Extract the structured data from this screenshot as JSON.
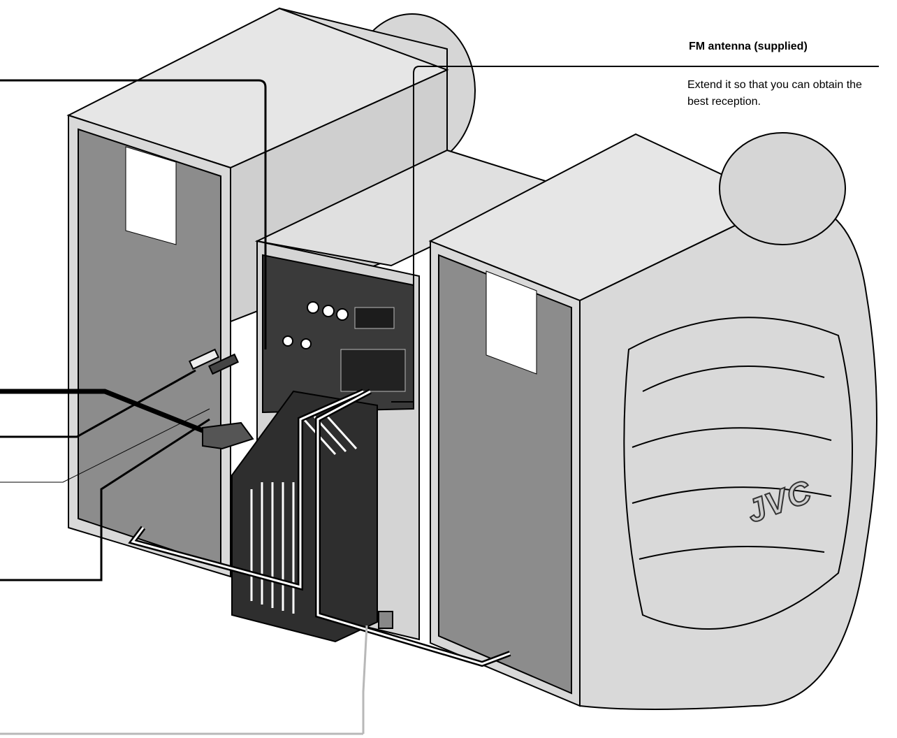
{
  "callout": {
    "title": "FM antenna (supplied)",
    "description": "Extend it so that you can obtain the best reception."
  },
  "brand_text": "JVC",
  "colors": {
    "speaker_body": "#d9d9d9",
    "speaker_grille": "#8c8c8c",
    "panel_dark": "#3a3a3a",
    "outline": "#000000",
    "cable_gray": "#b8b8b8"
  }
}
